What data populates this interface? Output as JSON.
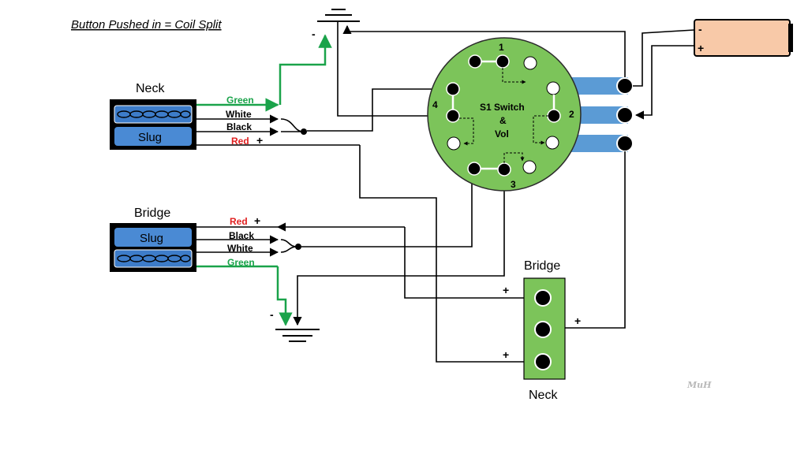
{
  "title": "Button Pushed in = Coil Split",
  "neck_pickup": {
    "label": "Neck",
    "slug": "Slug",
    "wires": {
      "green": "Green",
      "white": "White",
      "black": "Black",
      "red": "Red",
      "red_sign": "+"
    }
  },
  "bridge_pickup": {
    "label": "Bridge",
    "slug": "Slug",
    "wires": {
      "red": "Red",
      "red_sign": "+",
      "black": "Black",
      "white": "White",
      "green": "Green"
    }
  },
  "switch": {
    "line1": "S1 Switch",
    "line2": "&",
    "line3": "Vol",
    "pins": [
      "1",
      "2",
      "3",
      "4"
    ]
  },
  "jack": {
    "minus": "-",
    "plus": "+"
  },
  "ground_signs": {
    "top": "-",
    "bottom": "-"
  },
  "output_board": {
    "top_label": "Bridge",
    "bottom_label": "Neck",
    "plus_signs": [
      "+",
      "+",
      "+"
    ]
  },
  "signature": "MuH",
  "colors": {
    "green_wire": "#1aa34a",
    "red_text": "#e02020",
    "switch_fill": "#7cc45a",
    "pickup_blue": "#4a8ad4",
    "lug_blue": "#5b9bd5",
    "jack_fill": "#f8c9a8"
  }
}
